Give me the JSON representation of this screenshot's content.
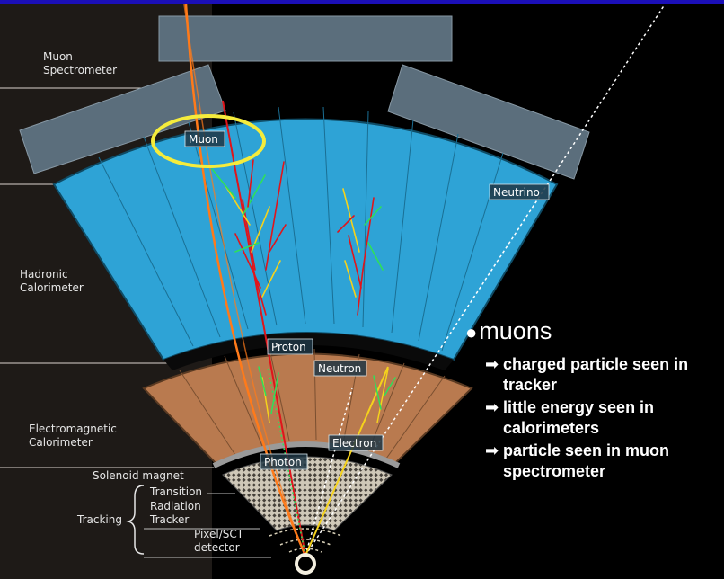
{
  "labels": {
    "muon_spectrometer": [
      "Muon",
      "Spectrometer"
    ],
    "hadronic_calorimeter": [
      "Hadronic",
      "Calorimeter"
    ],
    "em_calorimeter": [
      "Electromagnetic",
      "Calorimeter"
    ],
    "solenoid": "Solenoid magnet",
    "trt": [
      "Transition",
      "Radiation",
      "Tracker"
    ],
    "tracking": "Tracking",
    "pixel": [
      "Pixel/SCT",
      "detector"
    ]
  },
  "particles": {
    "muon": "Muon",
    "neutrino": "Neutrino",
    "proton": "Proton",
    "neutron": "Neutron",
    "electron": "Electron",
    "photon": "Photon"
  },
  "notes": {
    "heading": "muons",
    "bullet": "●",
    "arrow": "➡",
    "items": [
      "charged particle seen in tracker",
      "little energy seen in calorimeters",
      "particle seen in muon spectrometer"
    ]
  },
  "colors": {
    "background": "#000000",
    "hadronic": "#2ea3d6",
    "em": "#b97a4f",
    "muon_chamber": "#5b6e7c",
    "muon_track": "#ff7a1a",
    "highlight_ring": "#f5ec3c",
    "slide_bar": "#1b0fb8"
  }
}
